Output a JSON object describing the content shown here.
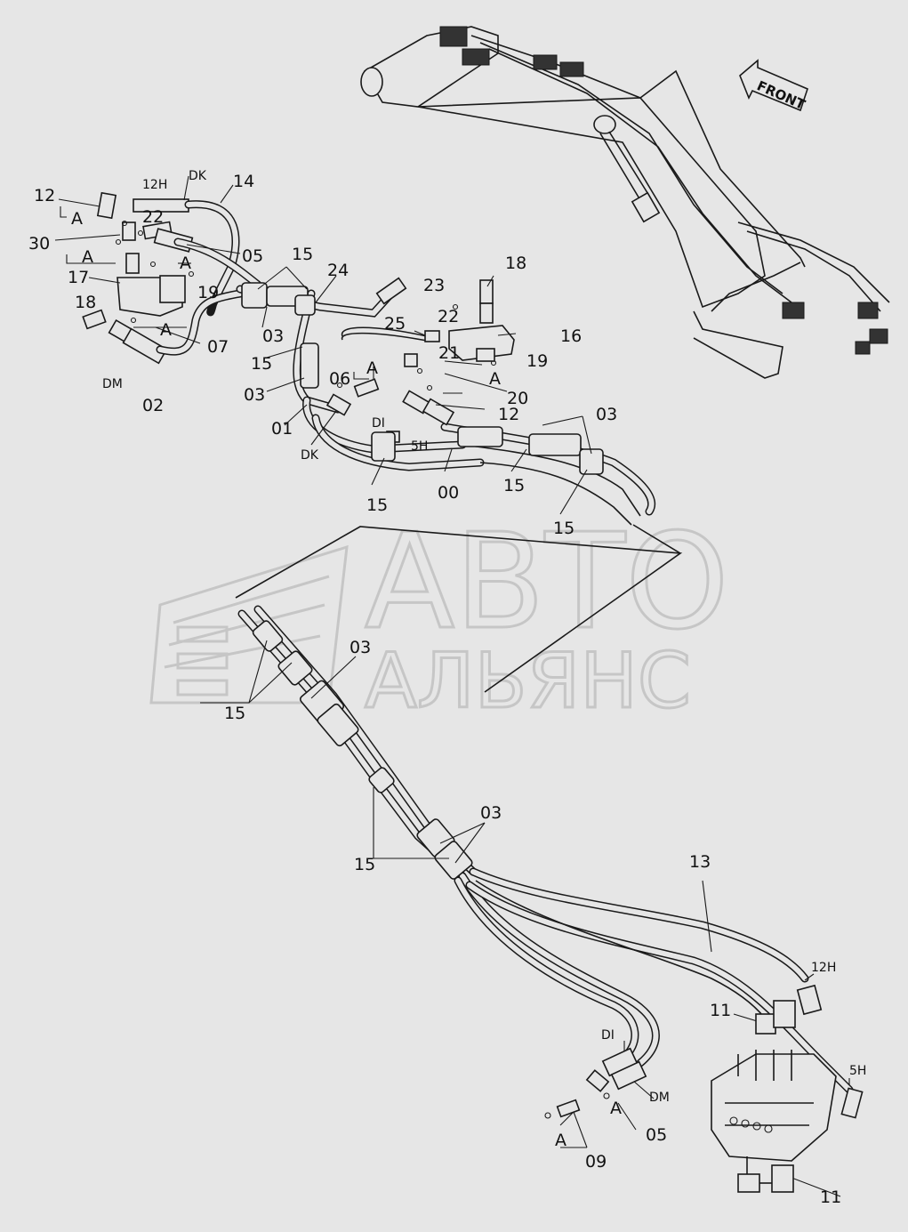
{
  "watermark": {
    "line1": "АВТО",
    "line2": "АЛЬЯНС"
  },
  "direction_arrow": {
    "label": "FRONT"
  },
  "labels": [
    "12",
    "A",
    "12H",
    "DK",
    "14",
    "22",
    "30",
    "A",
    "05",
    "A",
    "17",
    "19",
    "15",
    "24",
    "18",
    "23",
    "18",
    "03",
    "25",
    "22",
    "16",
    "07",
    "A",
    "21",
    "15",
    "DM",
    "02",
    "06",
    "A",
    "19",
    "A",
    "20",
    "03",
    "12",
    "01",
    "DI",
    "5H",
    "03",
    "DK",
    "15",
    "00",
    "15",
    "15",
    "15",
    "03",
    "15",
    "03",
    "15",
    "13",
    "12H",
    "11",
    "DI",
    "5H",
    "DM",
    "A",
    "05",
    "A",
    "09",
    "11"
  ]
}
